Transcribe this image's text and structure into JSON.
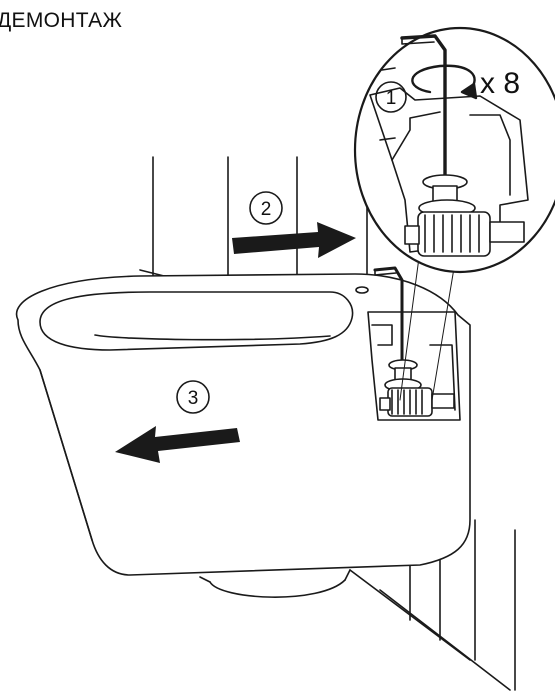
{
  "title": "ДЕМОНТАЖ",
  "steps": {
    "step1": "1",
    "step2": "2",
    "step3": "3"
  },
  "turns_label": "x 8",
  "icons": [
    "rotation-arrow-icon",
    "arrow-right-icon",
    "arrow-left-icon",
    "hex-key-icon"
  ],
  "colors": {
    "line": "#1a1a1a",
    "fill": "#ffffff",
    "arrow": "#1a1a1a"
  }
}
